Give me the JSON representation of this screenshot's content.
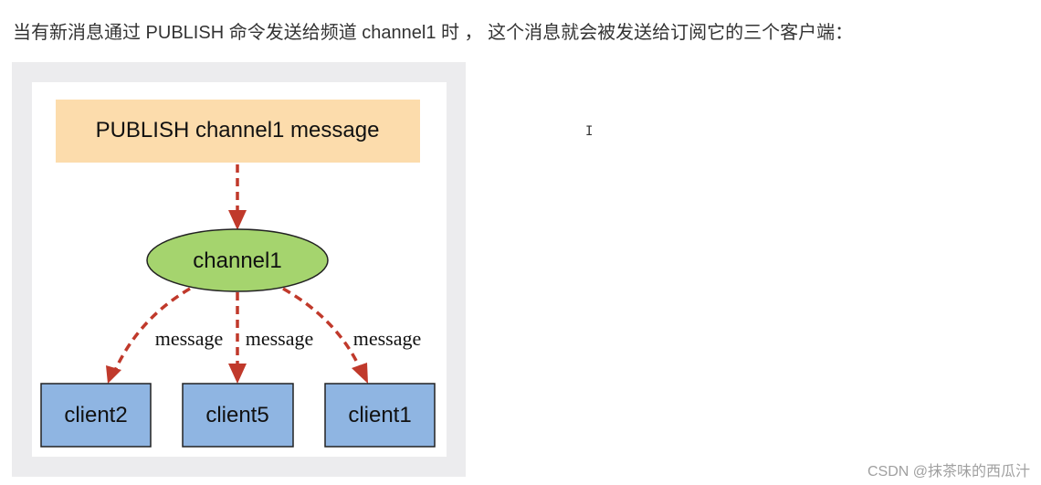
{
  "intro_text": "当有新消息通过 PUBLISH 命令发送给频道 channel1 时 ， 这个消息就会被发送给订阅它的三个客户端：",
  "diagram": {
    "command": "PUBLISH channel1 message",
    "channel": "channel1",
    "edge_label": "message",
    "clients": [
      "client2",
      "client5",
      "client1"
    ],
    "colors": {
      "command_fill": "#fcdcac",
      "channel_fill": "#a5d46e",
      "client_fill": "#8fb5e2",
      "edge": "#c0392b"
    }
  },
  "cursor_glyph": "I",
  "watermark": "CSDN @抹茶味的西瓜汁"
}
